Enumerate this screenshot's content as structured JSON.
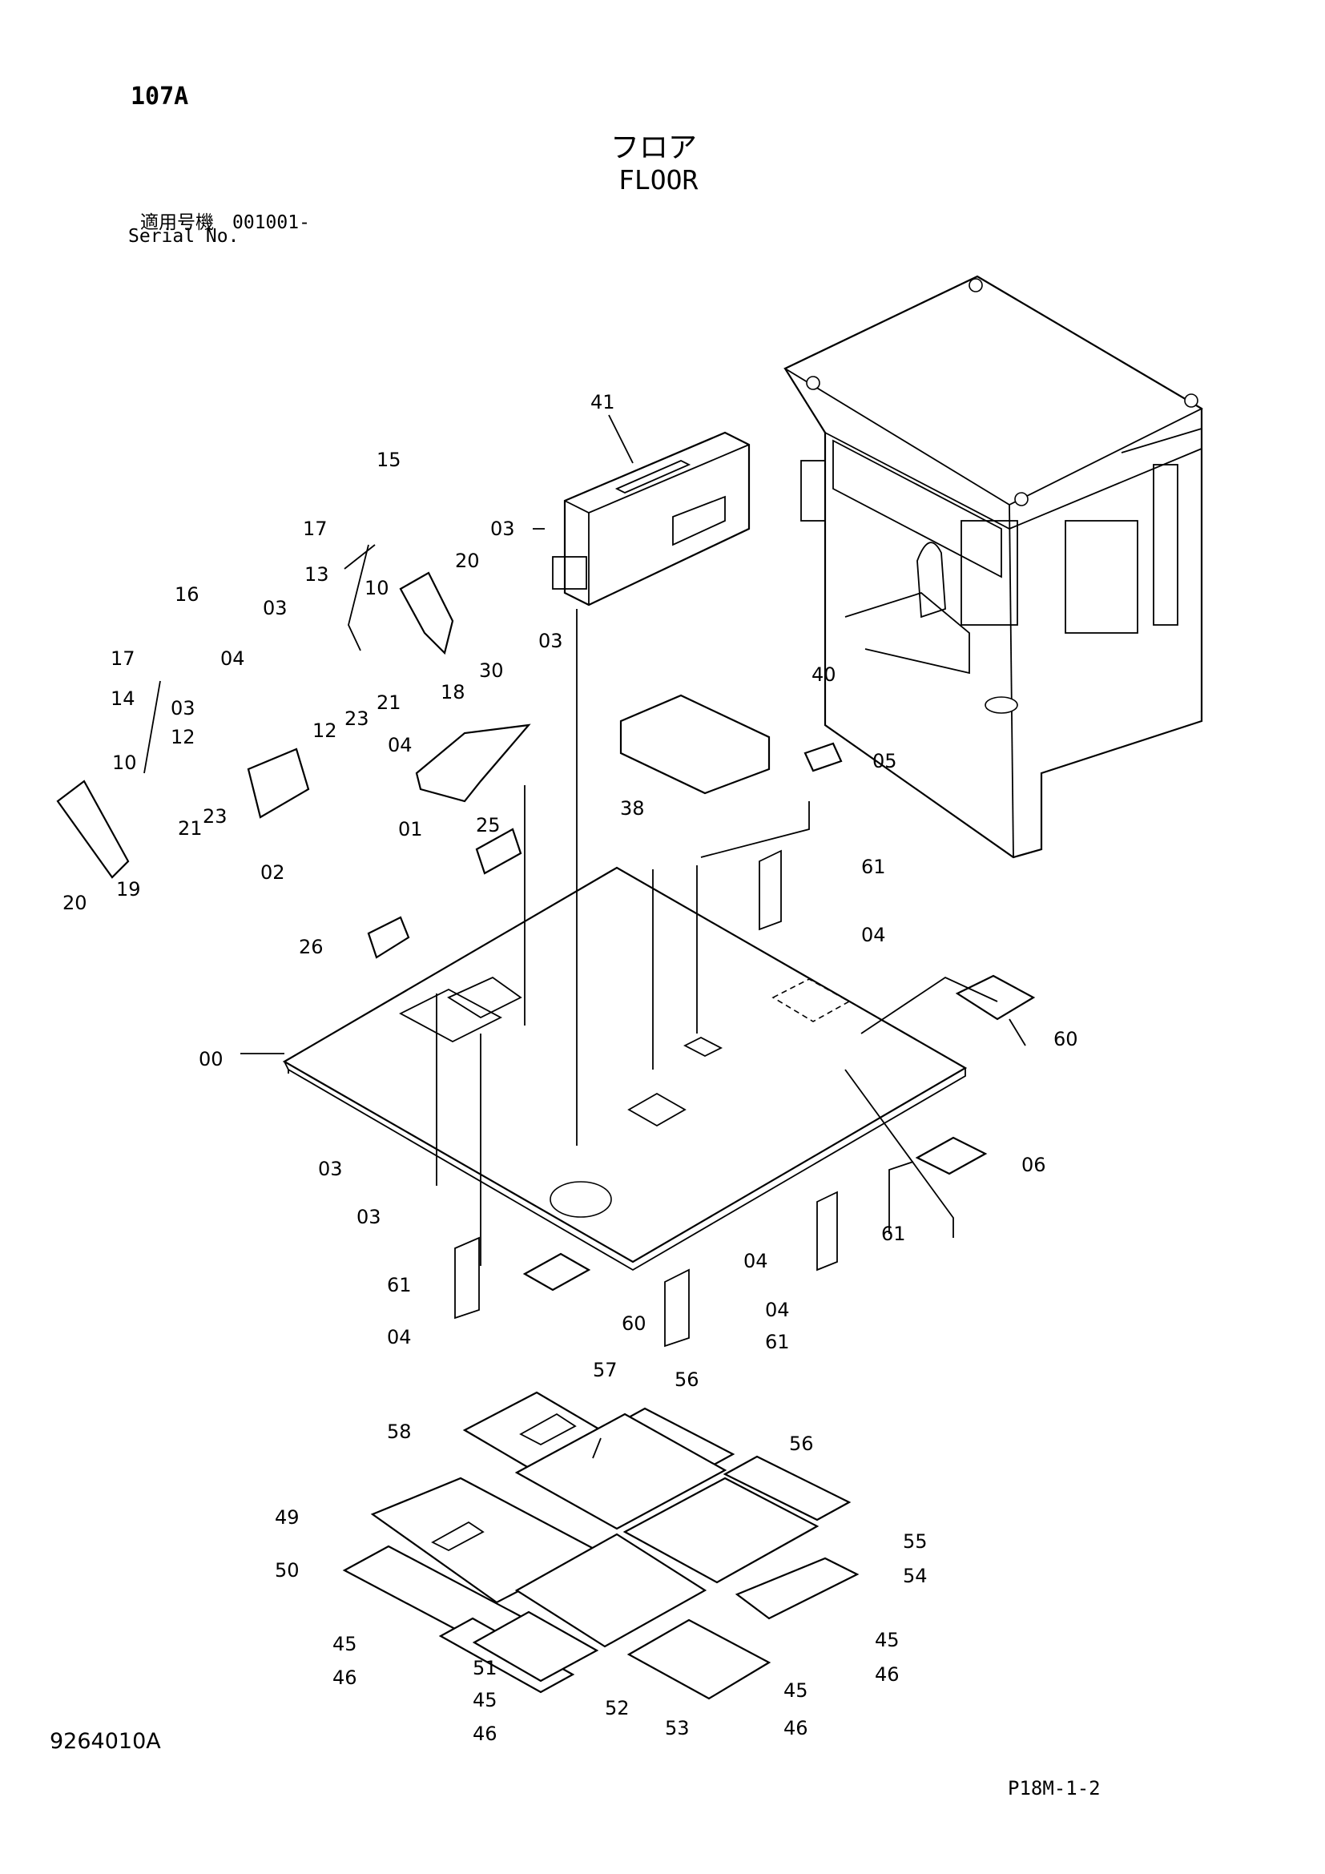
{
  "header": {
    "page_code": "107A",
    "title_jp": "フロア",
    "title_en": "FLOOR",
    "serial_jp": "適用号機　001001-",
    "serial_en": "Serial No."
  },
  "footer": {
    "document_number": "9264010A",
    "sheet_number": "P18M-1-2"
  },
  "callouts": [
    "41",
    "15",
    "17",
    "13",
    "20",
    "10",
    "03",
    "16",
    "17",
    "14",
    "04",
    "03",
    "12",
    "12",
    "23",
    "21",
    "18",
    "30",
    "03",
    "40",
    "03",
    "10",
    "21",
    "23",
    "04",
    "01",
    "02",
    "19",
    "20",
    "38",
    "05",
    "25",
    "61",
    "04",
    "26",
    "60",
    "00",
    "06",
    "61",
    "03",
    "03",
    "04",
    "61",
    "60",
    "04",
    "04",
    "61",
    "57",
    "56",
    "58",
    "56",
    "49",
    "55",
    "50",
    "54",
    "45",
    "45",
    "46",
    "46",
    "51",
    "45",
    "52",
    "53",
    "45",
    "46",
    "46"
  ]
}
